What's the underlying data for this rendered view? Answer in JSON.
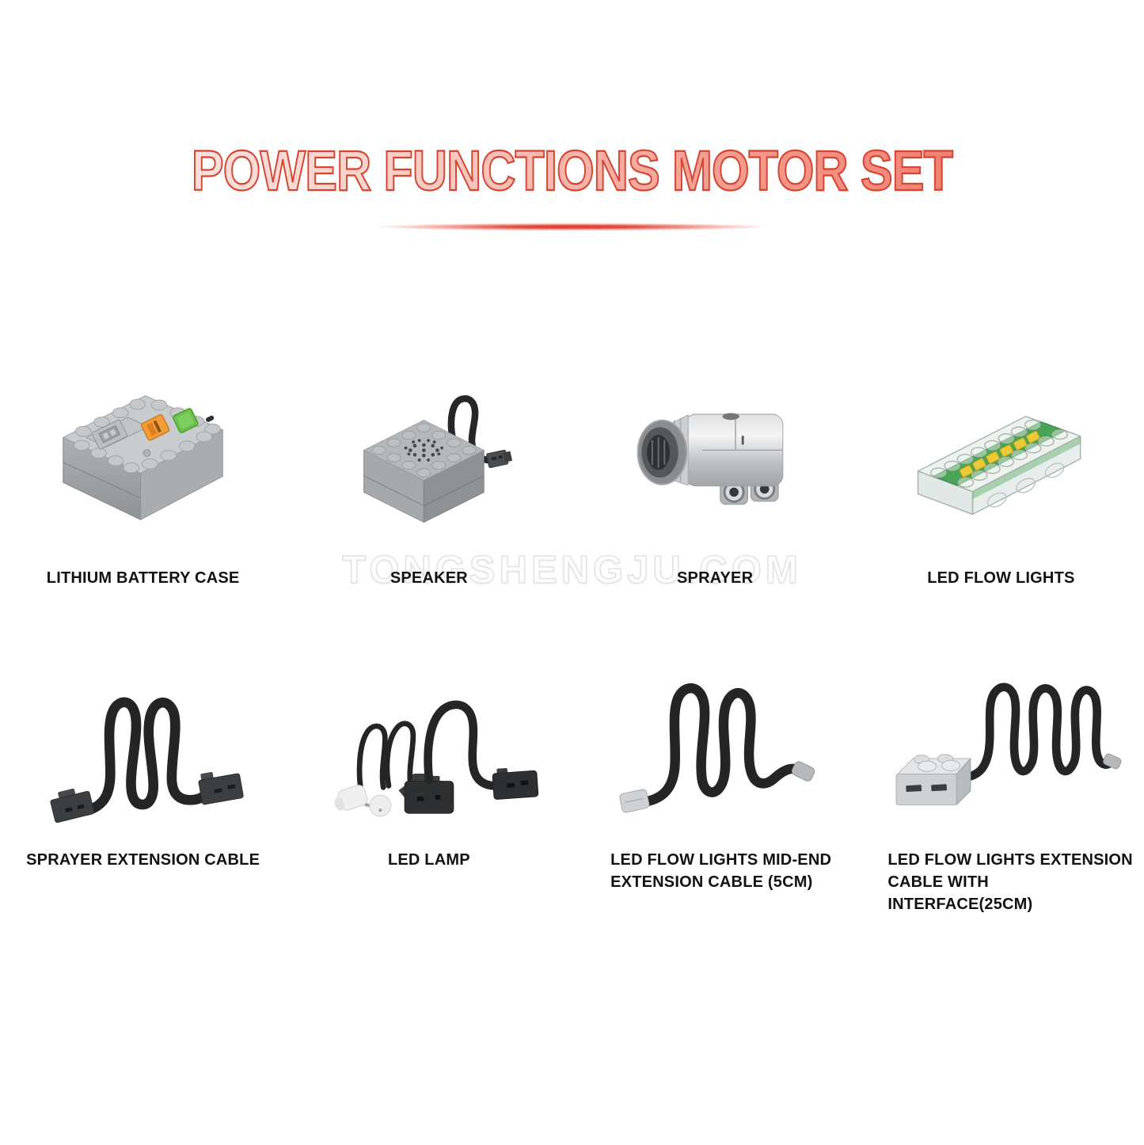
{
  "page": {
    "title": "POWER FUNCTIONS MOTOR SET",
    "watermark": "TONGSHENGJU.COM",
    "colors": {
      "background": "#ffffff",
      "title_fill_start": "#fce8e6",
      "title_fill_end": "#ee7263",
      "title_stroke": "#d5452f",
      "underline_red": "#e0372a",
      "caption_text": "#121212",
      "watermark_gray": "#e3e3e3",
      "brick_gray": "#c9ccce",
      "cable_black": "#232526",
      "switch_orange": "#f49d38",
      "button_green": "#6cc04d",
      "pcb_green": "#4aa455",
      "led_yellow": "#ecc937"
    }
  },
  "products": [
    {
      "name": "lithium-battery-case",
      "label": "LITHIUM BATTERY CASE"
    },
    {
      "name": "speaker",
      "label": "SPEAKER"
    },
    {
      "name": "sprayer",
      "label": "SPRAYER"
    },
    {
      "name": "led-flow-lights",
      "label": "LED FLOW LIGHTS"
    },
    {
      "name": "sprayer-extension-cable",
      "label": "SPRAYER EXTENSION CABLE"
    },
    {
      "name": "led-lamp",
      "label": "LED LAMP"
    },
    {
      "name": "led-flow-lights-mid-end-extension-cable",
      "label": "LED FLOW LIGHTS MID-END EXTENSION CABLE (5CM)"
    },
    {
      "name": "led-flow-lights-extension-cable-with-interface",
      "label": "LED FLOW LIGHTS EXTENSION CABLE WITH INTERFACE(25CM)"
    }
  ]
}
